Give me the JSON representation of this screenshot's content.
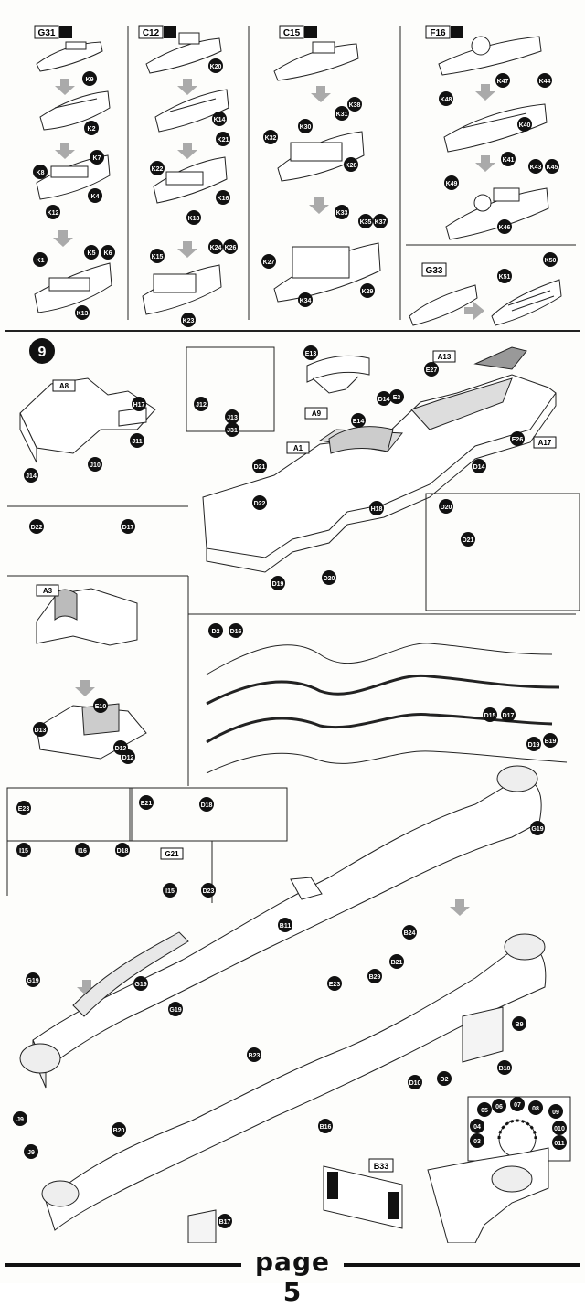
{
  "page": {
    "label": "page 5",
    "step_number": "9"
  },
  "top_panels": [
    {
      "code": "G31",
      "parts": [
        "K9",
        "K2",
        "K7",
        "K8",
        "K4",
        "K12",
        "K1",
        "K5",
        "K6",
        "K13"
      ]
    },
    {
      "code": "C12",
      "parts": [
        "K20",
        "K14",
        "K21",
        "K22",
        "K16",
        "K18",
        "K15",
        "K24",
        "K26",
        "K23"
      ]
    },
    {
      "code": "C15",
      "parts": [
        "K38",
        "K32",
        "K30",
        "K31",
        "K28",
        "K33",
        "K35",
        "K37",
        "K27",
        "K29",
        "K34"
      ]
    },
    {
      "code": "F16",
      "parts": [
        "K47",
        "K44",
        "K48",
        "K40",
        "K41",
        "K43",
        "K45",
        "K49",
        "K46"
      ]
    },
    {
      "code": "G33",
      "parts": [
        "K51",
        "K50"
      ]
    }
  ],
  "step9": {
    "boxes": [
      "A8",
      "A9",
      "A1",
      "A13",
      "A17",
      "A3",
      "G21",
      "B33"
    ],
    "callouts": [
      "H17",
      "J11",
      "J12",
      "J13",
      "J31",
      "J10",
      "J14",
      "E13",
      "E27",
      "E3",
      "D14",
      "E14",
      "E26",
      "D14",
      "D21",
      "D22",
      "D19",
      "D20",
      "H18",
      "D17",
      "D20",
      "D21",
      "D22",
      "E10",
      "D13",
      "D12",
      "D12",
      "D2",
      "D16",
      "D15",
      "D17",
      "D19",
      "B19",
      "G19",
      "E23",
      "E21",
      "D18",
      "I15",
      "I16",
      "D18",
      "I15",
      "D23",
      "G19",
      "G19",
      "G19",
      "B11",
      "B29",
      "B21",
      "B24",
      "E23",
      "B9",
      "B23",
      "B18",
      "D10",
      "D2",
      "B20",
      "B16",
      "B17",
      "J9",
      "J9"
    ],
    "dial_numbers": [
      "05",
      "06",
      "07",
      "08",
      "09",
      "04",
      "010",
      "03",
      "011"
    ]
  }
}
